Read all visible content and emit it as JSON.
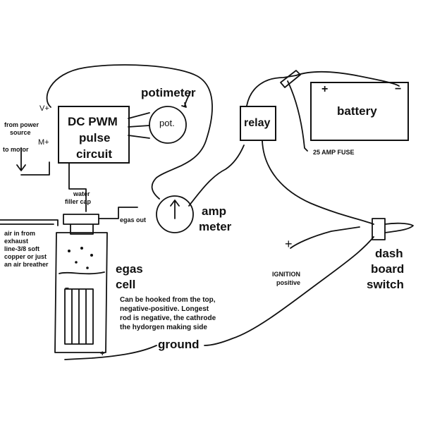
{
  "labels": {
    "potimeter": "potimeter",
    "pot": "pot.",
    "dc_pwm_line1": "DC PWM",
    "dc_pwm_line2": "pulse",
    "dc_pwm_line3": "circuit",
    "vplus": "V+",
    "from_power_1": "from power",
    "from_power_2": "source",
    "mplus": "M+",
    "to_motor": "to motor",
    "relay": "relay",
    "battery": "battery",
    "battery_plus": "+",
    "battery_minus": "−",
    "fuse": "25   AMP FUSE",
    "amp_meter_1": "amp",
    "amp_meter_2": "meter",
    "water_1": "water",
    "water_2": "filler cap",
    "egas_out": "egas out",
    "air_1": "air in from",
    "air_2": "exhaust",
    "air_3": "line-3/8 soft",
    "air_4": "copper or just",
    "air_5": "an air breather",
    "egas_cell_1": "egas",
    "egas_cell_2": "cell",
    "note_1": "Can be hooked from the top,",
    "note_2": "negative-positive. Longest",
    "note_3": "rod is negative, the cathrode",
    "note_4": "the hydorgen making side",
    "ground": "ground",
    "ignition_sign": "+",
    "ignition_1": "IGNITION",
    "ignition_2": "positive",
    "dash_1": "dash",
    "dash_2": "board",
    "dash_3": "switch",
    "cell_minus": "−",
    "cell_plus": "+"
  }
}
